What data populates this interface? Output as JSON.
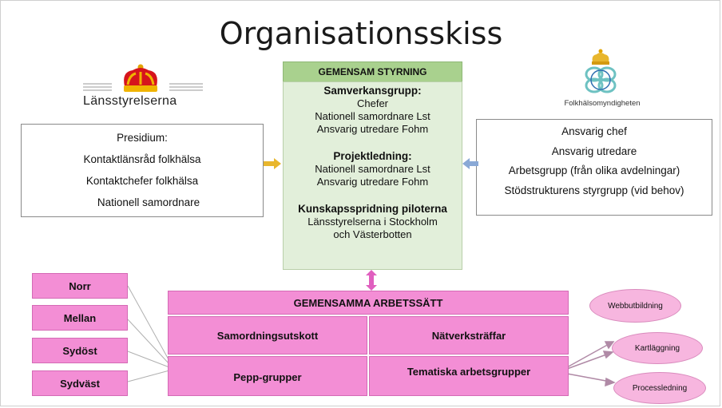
{
  "title": "Organisationsskiss",
  "logos": {
    "left": {
      "name": "Länsstyrelserna"
    },
    "right": {
      "name": "Folkhälsomyndigheten"
    }
  },
  "left_box": {
    "lines": [
      "Presidium:",
      "Kontaktlänsråd folkhälsa",
      "Kontaktchefer folkhälsa",
      "Nationell samordnare"
    ]
  },
  "right_box": {
    "lines": [
      "Ansvarig chef",
      "Ansvarig utredare",
      "Arbetsgrupp (från olika avdelningar)",
      "Stödstrukturens styrgrupp (vid behov)"
    ]
  },
  "center": {
    "header": "GEMENSAM STYRNING",
    "sections": [
      {
        "heading": "Samverkansgrupp:",
        "lines": [
          "Chefer",
          "Nationell samordnare Lst",
          "Ansvarig utredare Fohm"
        ]
      },
      {
        "heading": "Projektledning:",
        "lines": [
          "Nationell samordnare Lst",
          "Ansvarig utredare Fohm"
        ]
      },
      {
        "heading": "Kunskapsspridning piloterna",
        "lines": [
          "Länsstyrelserna i Stockholm",
          "och Västerbotten"
        ]
      }
    ]
  },
  "regions": [
    "Norr",
    "Mellan",
    "Sydöst",
    "Sydväst"
  ],
  "workmethods": {
    "header": "GEMENSAMMA ARBETSSÄTT",
    "cells": [
      "Samordningsutskott",
      "Nätverksträffar",
      "Pepp-grupper",
      "Tematiska arbetsgrupper"
    ]
  },
  "outputs": [
    "Webbutbildning",
    "Kartläggning",
    "Processledning"
  ],
  "colors": {
    "green_header": "#a9d18e",
    "green_body": "#e2efda",
    "pink": "#f38ed5",
    "ellipse": "#f7b6df",
    "arrow_left": "#e8b62d",
    "arrow_right": "#8aa9d6",
    "arrow_pink": "#e05fbf"
  }
}
